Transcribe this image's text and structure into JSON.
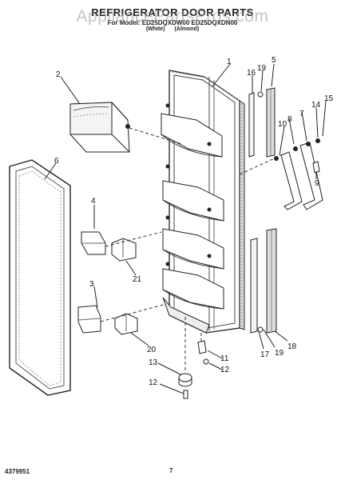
{
  "title": "REFRIGERATOR DOOR PARTS",
  "model_line": "For Model: ED25DQXDW00 ED25DQXDN00",
  "sub_line": "(White) (Almond)",
  "watermark": "AppliancePartsPros.com",
  "doc_number": "4379951",
  "page_number": "7",
  "callouts": [
    "1",
    "2",
    "3",
    "4",
    "5",
    "6",
    "7",
    "8",
    "9",
    "10",
    "11",
    "12",
    "12",
    "13",
    "14",
    "15",
    "16",
    "17",
    "18",
    "19",
    "19",
    "20",
    "21"
  ]
}
